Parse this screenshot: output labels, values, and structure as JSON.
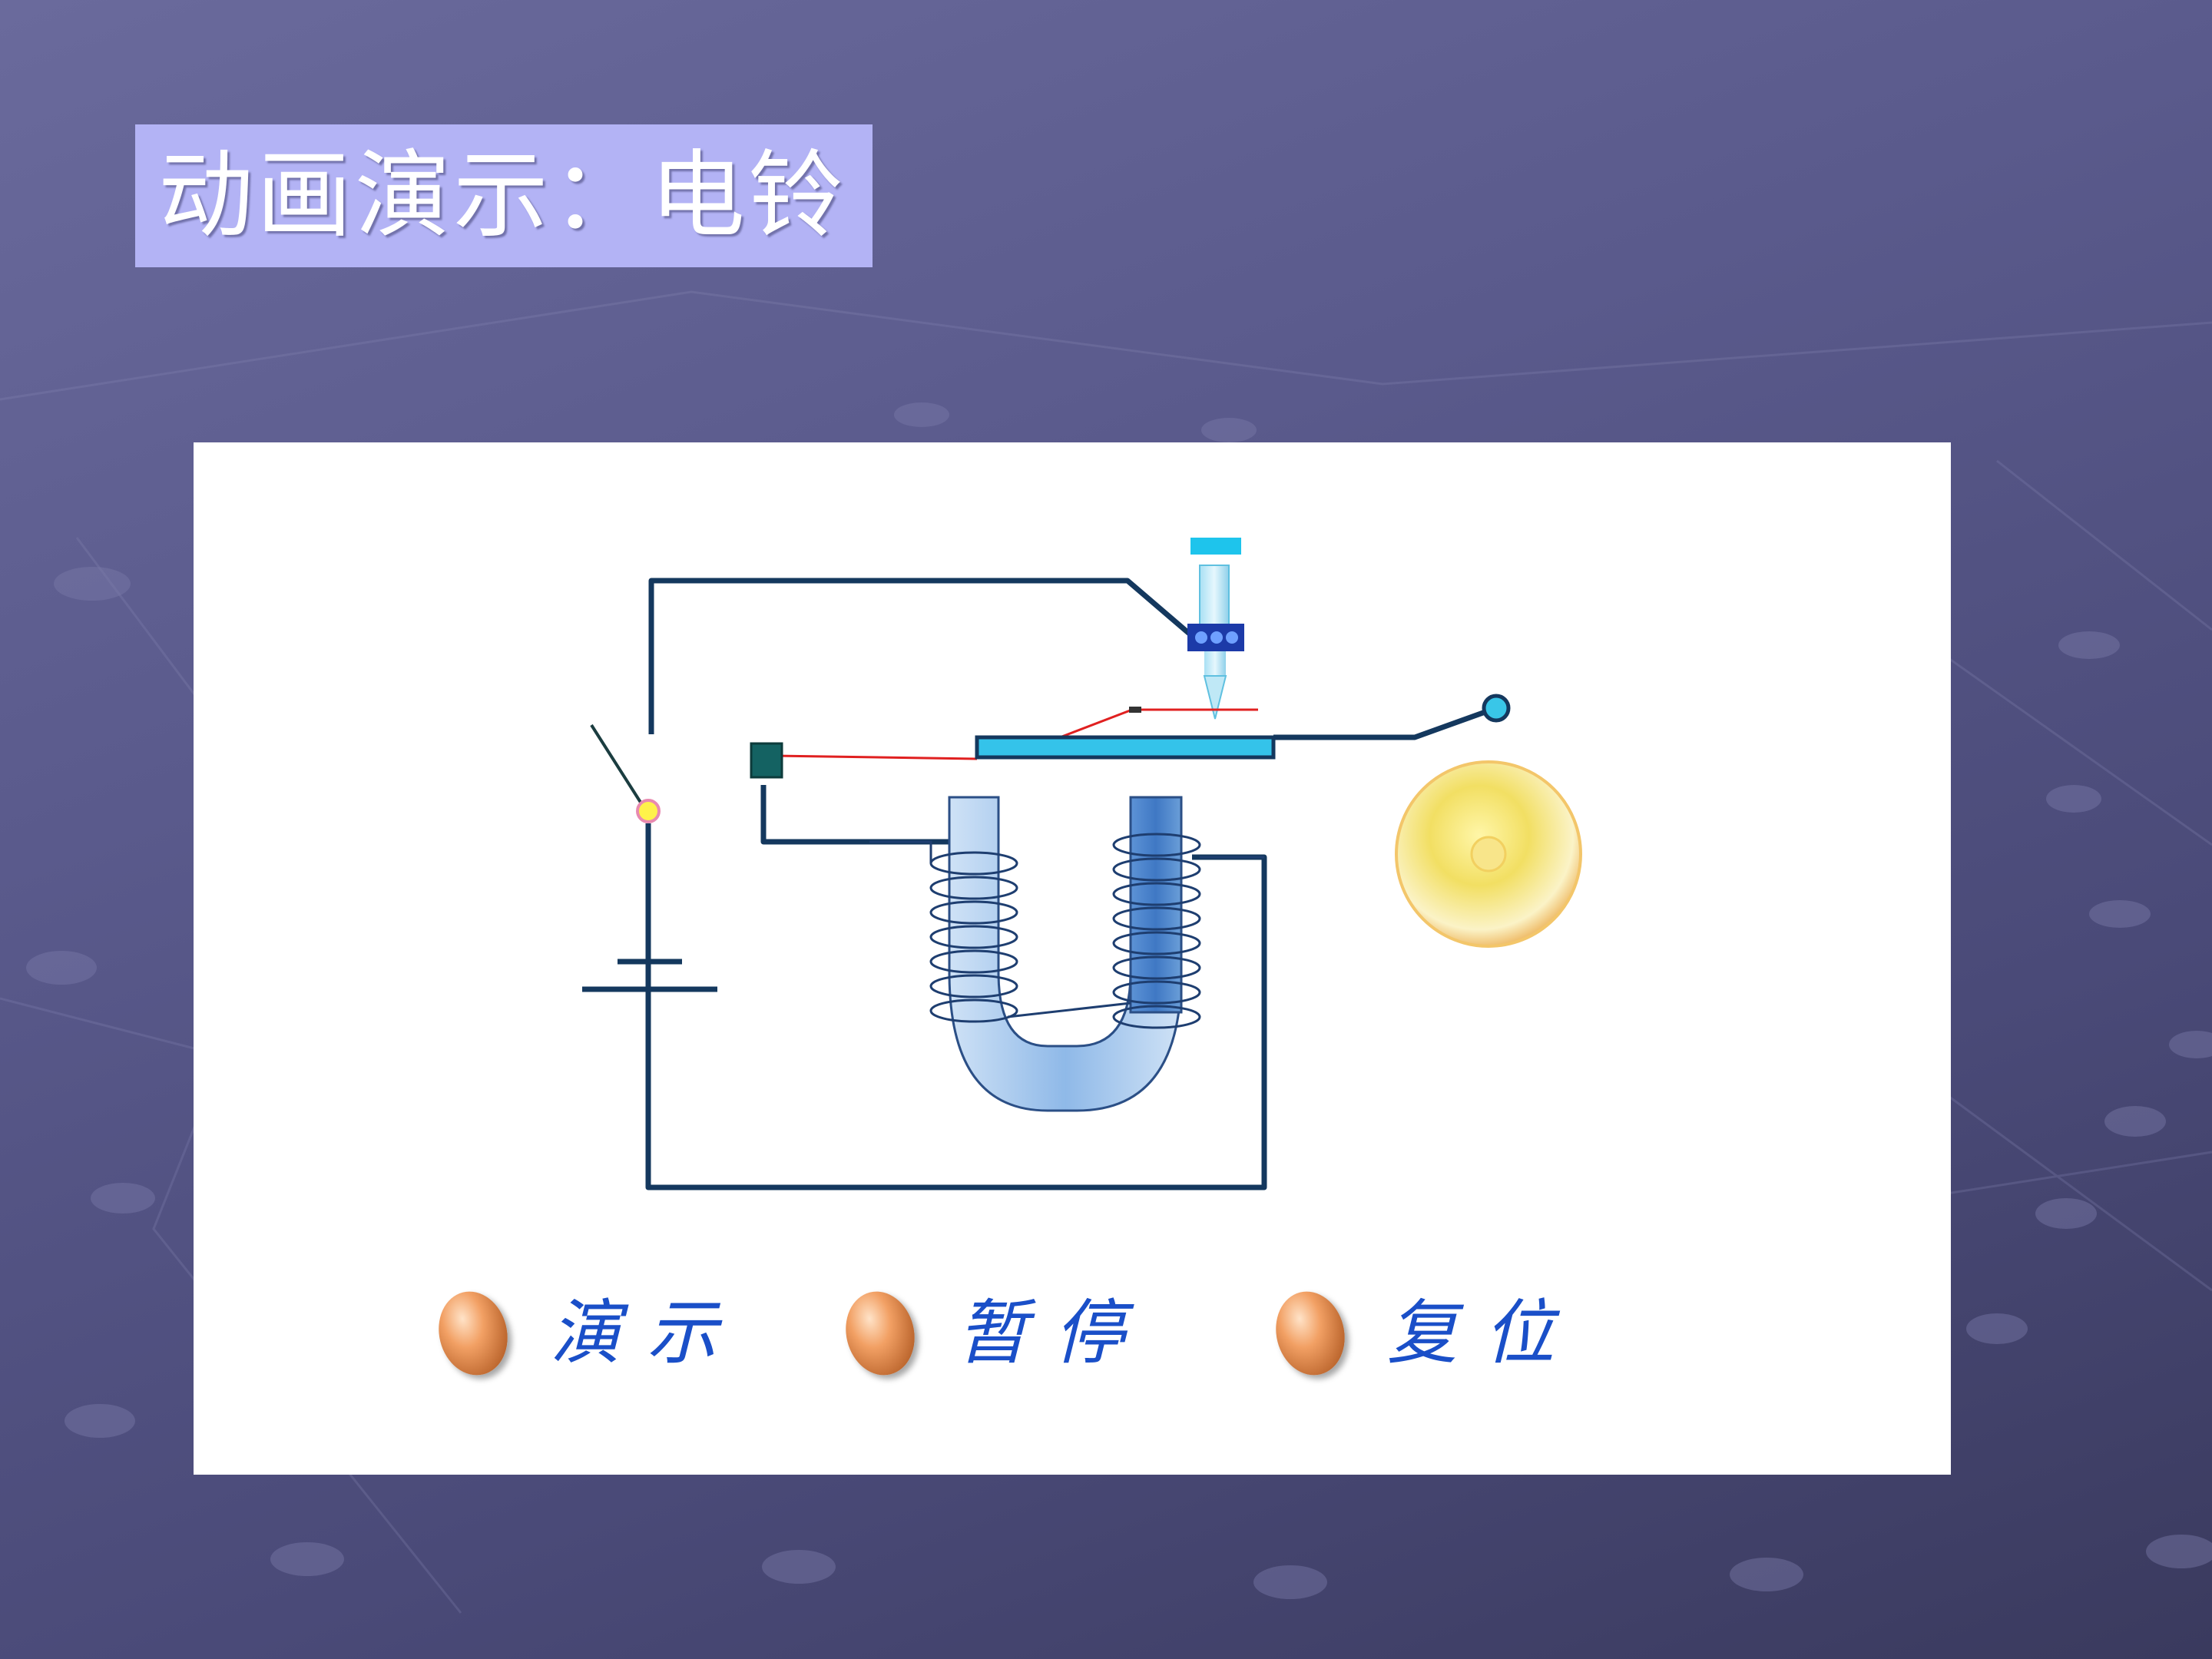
{
  "slide": {
    "title": "动画演示：电铃"
  },
  "controls": [
    {
      "id": "play",
      "label": "演示",
      "icon": "orange-ball-icon"
    },
    {
      "id": "pause",
      "label": "暂停",
      "icon": "orange-ball-icon"
    },
    {
      "id": "reset",
      "label": "复位",
      "icon": "orange-ball-icon"
    }
  ],
  "colors": {
    "background": "#5a5a8c",
    "title_box": "#b3b3f5",
    "panel": "#ffffff",
    "wire": "#14385e",
    "armature": "#34c3ea",
    "contact_wire": "#e02020",
    "magnet": "#9cc4ec",
    "bell": "#f2df63",
    "label_blue": "#1a4fc8"
  }
}
